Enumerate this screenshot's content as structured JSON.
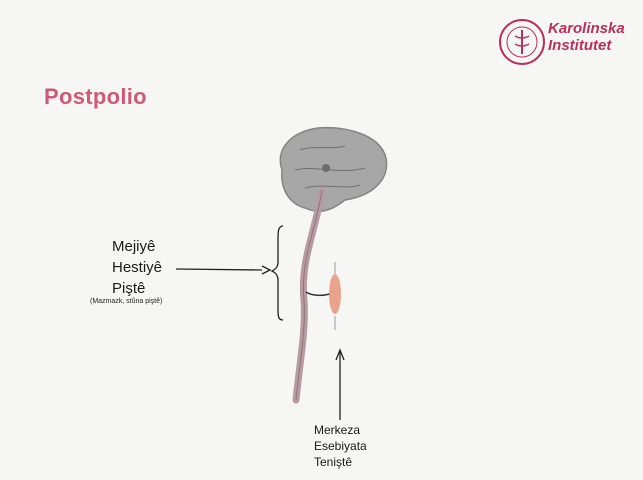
{
  "slide": {
    "title": "Postpolio",
    "logo": {
      "line1": "Karolinska",
      "line2": "Institutet"
    },
    "left_label": {
      "line1": "Mejiyê",
      "line2": "Hestiyê",
      "line3": "Piştê",
      "note": "(Mazmazk, stûna piştê)"
    },
    "bottom_label": {
      "line1": "Merkeza",
      "line2": "Esebiyata",
      "line3": "Teniştê"
    },
    "colors": {
      "title": "#cf5a78",
      "logo": "#b8315a",
      "brain": "#8c8c8c",
      "cord": "#b79aa2",
      "nerve": "#e7957a"
    }
  }
}
